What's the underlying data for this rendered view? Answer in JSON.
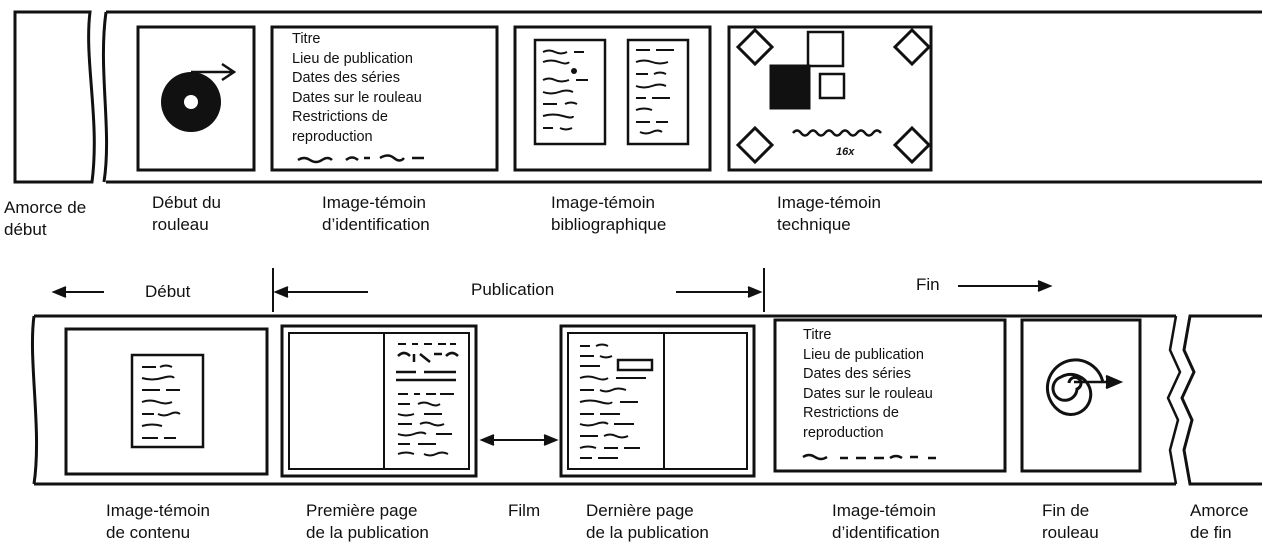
{
  "top_strip": {
    "leader_label": [
      "Amorce de",
      "début"
    ],
    "frames": [
      {
        "id": "roll-start",
        "caption": [
          "Début du",
          "rouleau"
        ]
      },
      {
        "id": "identification-target",
        "caption": [
          "Image-témoin",
          "d’identification"
        ],
        "text": [
          "Titre",
          "Lieu de publication",
          "Dates des séries",
          "Dates sur le rouleau",
          "Restrictions de",
          "reproduction"
        ]
      },
      {
        "id": "bibliographic-target",
        "caption": [
          "Image-témoin",
          "bibliographique"
        ]
      },
      {
        "id": "technical-target",
        "caption": [
          "Image-témoin",
          "technique"
        ],
        "scale_note": "16x"
      }
    ]
  },
  "sections": {
    "start": "Début",
    "publication": "Publication",
    "end": "Fin"
  },
  "bottom_strip": {
    "frames": [
      {
        "id": "contents-target",
        "caption": [
          "Image-témoin",
          "de contenu"
        ]
      },
      {
        "id": "first-page",
        "caption": [
          "Première page",
          "de la publication"
        ]
      },
      {
        "id": "film",
        "caption": [
          "Film"
        ]
      },
      {
        "id": "last-page",
        "caption": [
          "Dernière page",
          "de la publication"
        ]
      },
      {
        "id": "identification-target-end",
        "caption": [
          "Image-témoin",
          "d’identification"
        ],
        "text": [
          "Titre",
          "Lieu de publication",
          "Dates des séries",
          "Dates sur le rouleau",
          "Restrictions de",
          "reproduction"
        ]
      },
      {
        "id": "roll-end",
        "caption": [
          "Fin de",
          "rouleau"
        ]
      }
    ],
    "trailer_label": [
      "Amorce",
      "de fin"
    ]
  }
}
